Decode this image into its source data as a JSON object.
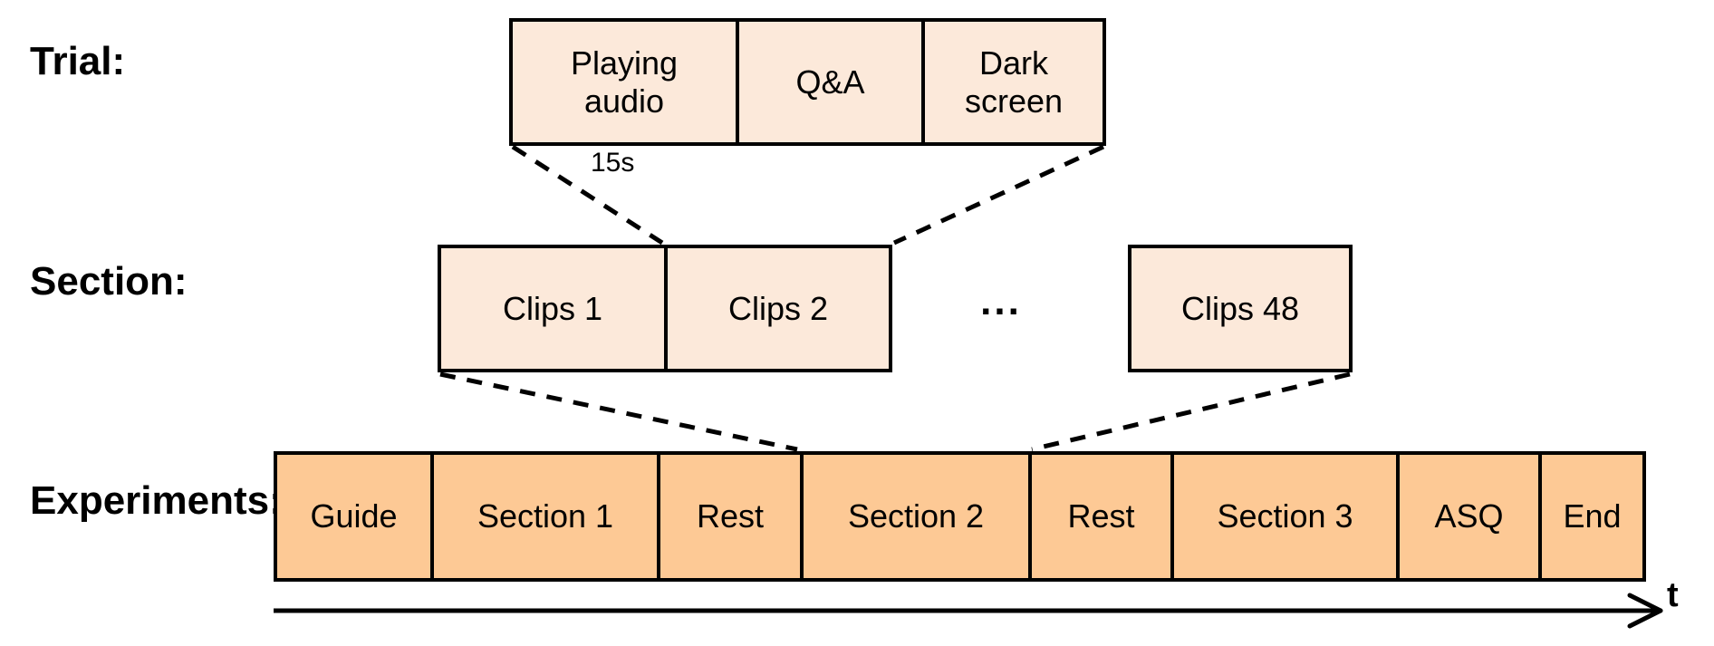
{
  "rows": {
    "trial": {
      "label": "Trial:",
      "boxes": [
        "Playing\naudio",
        "Q&A",
        "Dark\nscreen"
      ],
      "duration_note": "15s"
    },
    "section": {
      "label": "Section:",
      "boxes": [
        "Clips 1",
        "Clips 2",
        "Clips 48"
      ],
      "ellipsis": "..."
    },
    "experiments": {
      "label": "Experiments:",
      "boxes": [
        "Guide",
        "Section 1",
        "Rest",
        "Section 2",
        "Rest",
        "Section 3",
        "ASQ",
        "End"
      ]
    }
  },
  "time_axis": {
    "label": "t"
  },
  "colors": {
    "trial_section_fill": "#FCE9DA",
    "experiments_fill": "#FDC995",
    "border": "#000000",
    "background": "#FFFFFF"
  }
}
